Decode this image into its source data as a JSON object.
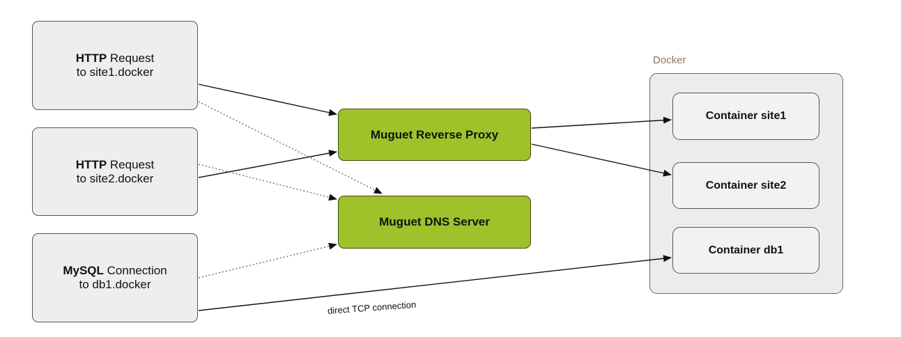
{
  "sources": [
    {
      "id": "http-site1",
      "bold": "HTTP",
      "rest": " Request",
      "line2": "to site1.docker"
    },
    {
      "id": "http-site2",
      "bold": "HTTP",
      "rest": " Request",
      "line2": "to site2.docker"
    },
    {
      "id": "mysql-db1",
      "bold": "MySQL",
      "rest": " Connection",
      "line2": "to db1.docker"
    }
  ],
  "services": {
    "proxy": "Muguet Reverse Proxy",
    "dns": "Muguet DNS Server"
  },
  "docker": {
    "label": "Docker",
    "containers": [
      "Container site1",
      "Container site2",
      "Container db1"
    ]
  },
  "edges": {
    "direct_tcp_label": "direct TCP connection"
  },
  "colors": {
    "service_fill": "#9fc22b",
    "node_fill": "#eeeeee",
    "group_label": "#8a7a55"
  }
}
